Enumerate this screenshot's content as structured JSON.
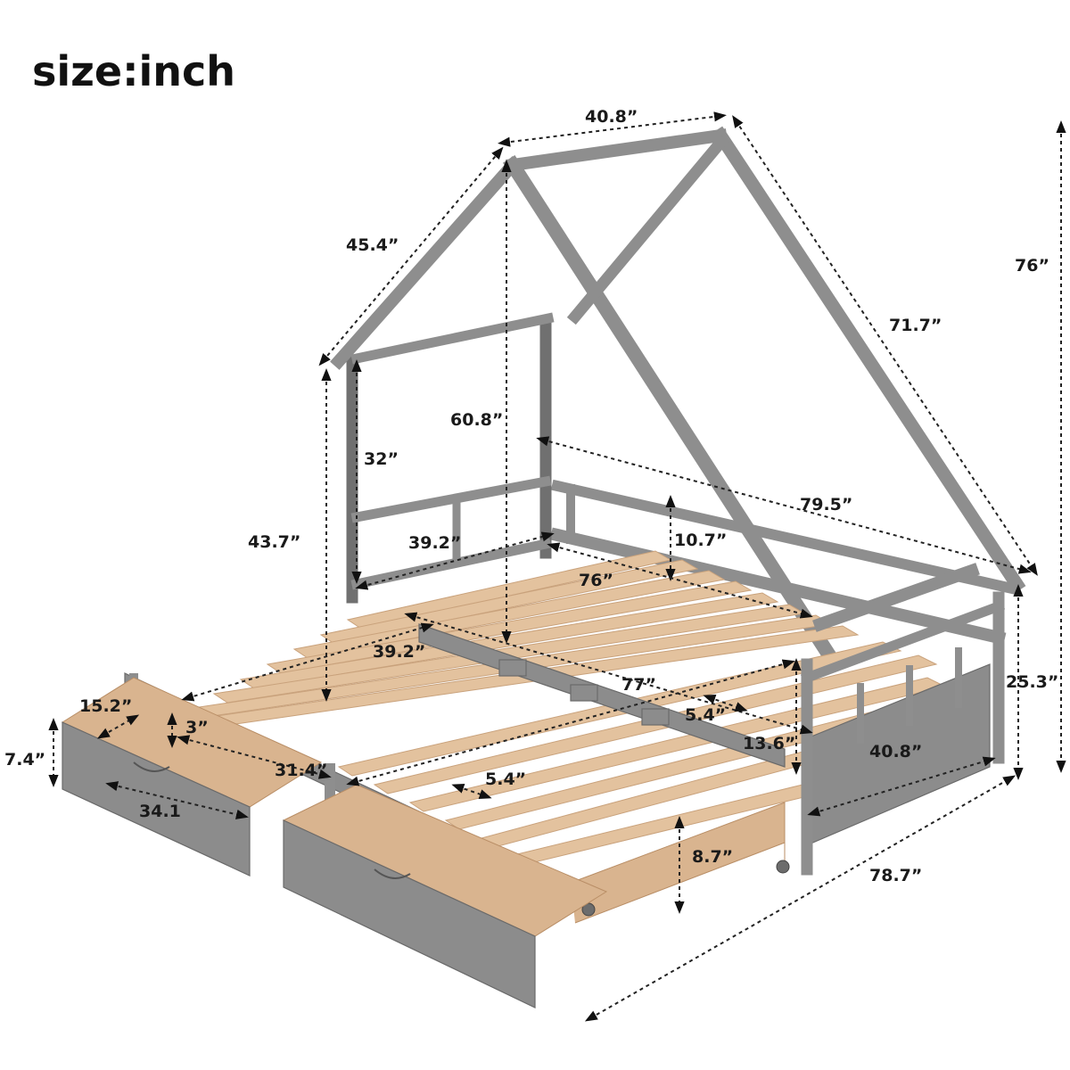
{
  "title": "size:inch",
  "colors": {
    "frame": "#8e8e8e",
    "slat": "#e3c29e",
    "background": "#ffffff"
  },
  "dimensions": {
    "roof_top_width": "40.8”",
    "roof_front_slope": "45.4”",
    "overall_height": "76”",
    "roof_side_slope": "71.7”",
    "headboard_peak_height": "60.8”",
    "side_wall_height": "32”",
    "bed_length": "79.5”",
    "headboard_total_height": "43.7”",
    "inner_width": "39.2”",
    "guard_rail_height": "10.7”",
    "inner_length": "76”",
    "trundle_width": "39.2”",
    "trundle_length": "77”",
    "slat_gap_upper": "5.4”",
    "drawer_depth": "15.2”",
    "drawer_lip": "3”",
    "drawer_height": "7.4”",
    "drawer_inner_length": "31.4”",
    "drawer_length": "34.1",
    "slat_gap_lower": "5.4”",
    "footboard_height": "13.6”",
    "footboard_width": "40.8”",
    "side_height": "25.3”",
    "trundle_height": "8.7”",
    "overall_length": "78.7”"
  }
}
